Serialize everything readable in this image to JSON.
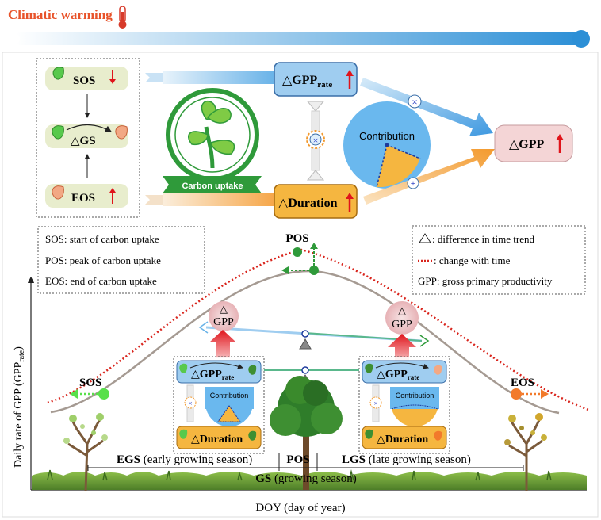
{
  "header": {
    "title": "Climatic warming",
    "title_color": "#e8532a",
    "thermometer_icon": "thermometer-icon",
    "bar_colors": [
      "#ffffff",
      "#2c8fd6"
    ]
  },
  "top_panel": {
    "phenology": {
      "sos": "SOS",
      "gs": "△GS",
      "eos": "EOS"
    },
    "logo_text": "Carbon uptake",
    "gpp_rate": "△GPP",
    "gpp_rate_sub": "rate",
    "duration": "△Duration",
    "contribution": "Contribution",
    "gpp_total": "△GPP",
    "multiply_symbol": "×",
    "plus_symbol": "+"
  },
  "legend_left": [
    "SOS: start of carbon uptake",
    "POS: peak of carbon uptake",
    "EOS: end of carbon uptake"
  ],
  "legend_right": {
    "delta_text": ": difference in time trend",
    "dotted_text": ": change with time",
    "gpp_text": "GPP: gross primary productivity"
  },
  "curve_labels": {
    "pos_top": "POS",
    "sos": "SOS",
    "eos": "EOS",
    "delta_gpp_left": "△",
    "gpp_left": "GPP",
    "delta_gpp_right": "△",
    "gpp_right": "GPP"
  },
  "mini_panels": {
    "gpp_rate": "△GPP",
    "gpp_rate_sub": "rate",
    "contribution": "Contribution",
    "duration": "△Duration"
  },
  "season_labels": {
    "egs_abbr": "EGS",
    "egs_full": "(early growing season)",
    "pos": "POS",
    "lgs_abbr": "LGS",
    "lgs_full": "(late growing season)",
    "gs_abbr": "GS",
    "gs_full": "(growing season)"
  },
  "axes": {
    "y_label": "Daily rate of GPP (GPP",
    "y_label_sub": "rate",
    "y_label_end": ")",
    "x_label": "DOY (day of year)"
  },
  "colors": {
    "up_arrow": "#e0141b",
    "sos_green": "#58c94c",
    "eos_orange": "#f27a2b",
    "blue_box": "#9fcdf0",
    "orange_box": "#f5b640",
    "pink_box": "#f4d5d6",
    "dotted_curve": "#d9241c",
    "gray_curve": "#a59a92"
  }
}
